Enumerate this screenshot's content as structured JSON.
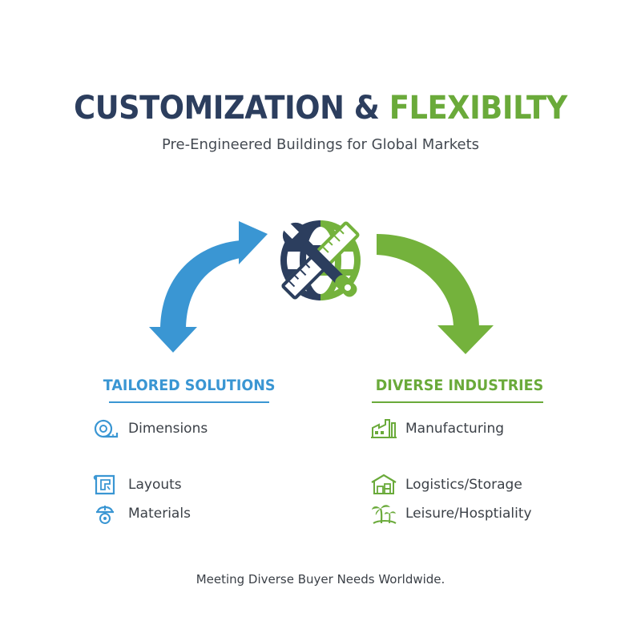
{
  "header": {
    "title_part1": "CUSTOMIZATION",
    "title_amp": "&",
    "title_part2": "FLEXIBILTY",
    "subtitle": "Pre-Engineered Buildings for Global Markets"
  },
  "left_section": {
    "heading": "TAILORED SOLUTIONS",
    "items": [
      {
        "label": "Dimensions",
        "icon": "tape-measure-icon"
      },
      {
        "label": "Layouts",
        "icon": "blueprint-icon"
      },
      {
        "label": "Materials",
        "icon": "hard-hat-worker-icon"
      }
    ]
  },
  "right_section": {
    "heading": "DIVERSE INDUSTRIES",
    "items": [
      {
        "label": "Manufacturing",
        "icon": "factory-icon"
      },
      {
        "label": "Logistics/Storage",
        "icon": "warehouse-icon"
      },
      {
        "label": "Leisure/Hosptiality",
        "icon": "palm-tree-icon"
      }
    ]
  },
  "footer": {
    "text": "Meeting Diverse Buyer Needs Worldwide."
  },
  "colors": {
    "navy": "#2c3e5e",
    "blue": "#3a96d3",
    "green": "#6aaa3a",
    "text": "#3b4047"
  }
}
